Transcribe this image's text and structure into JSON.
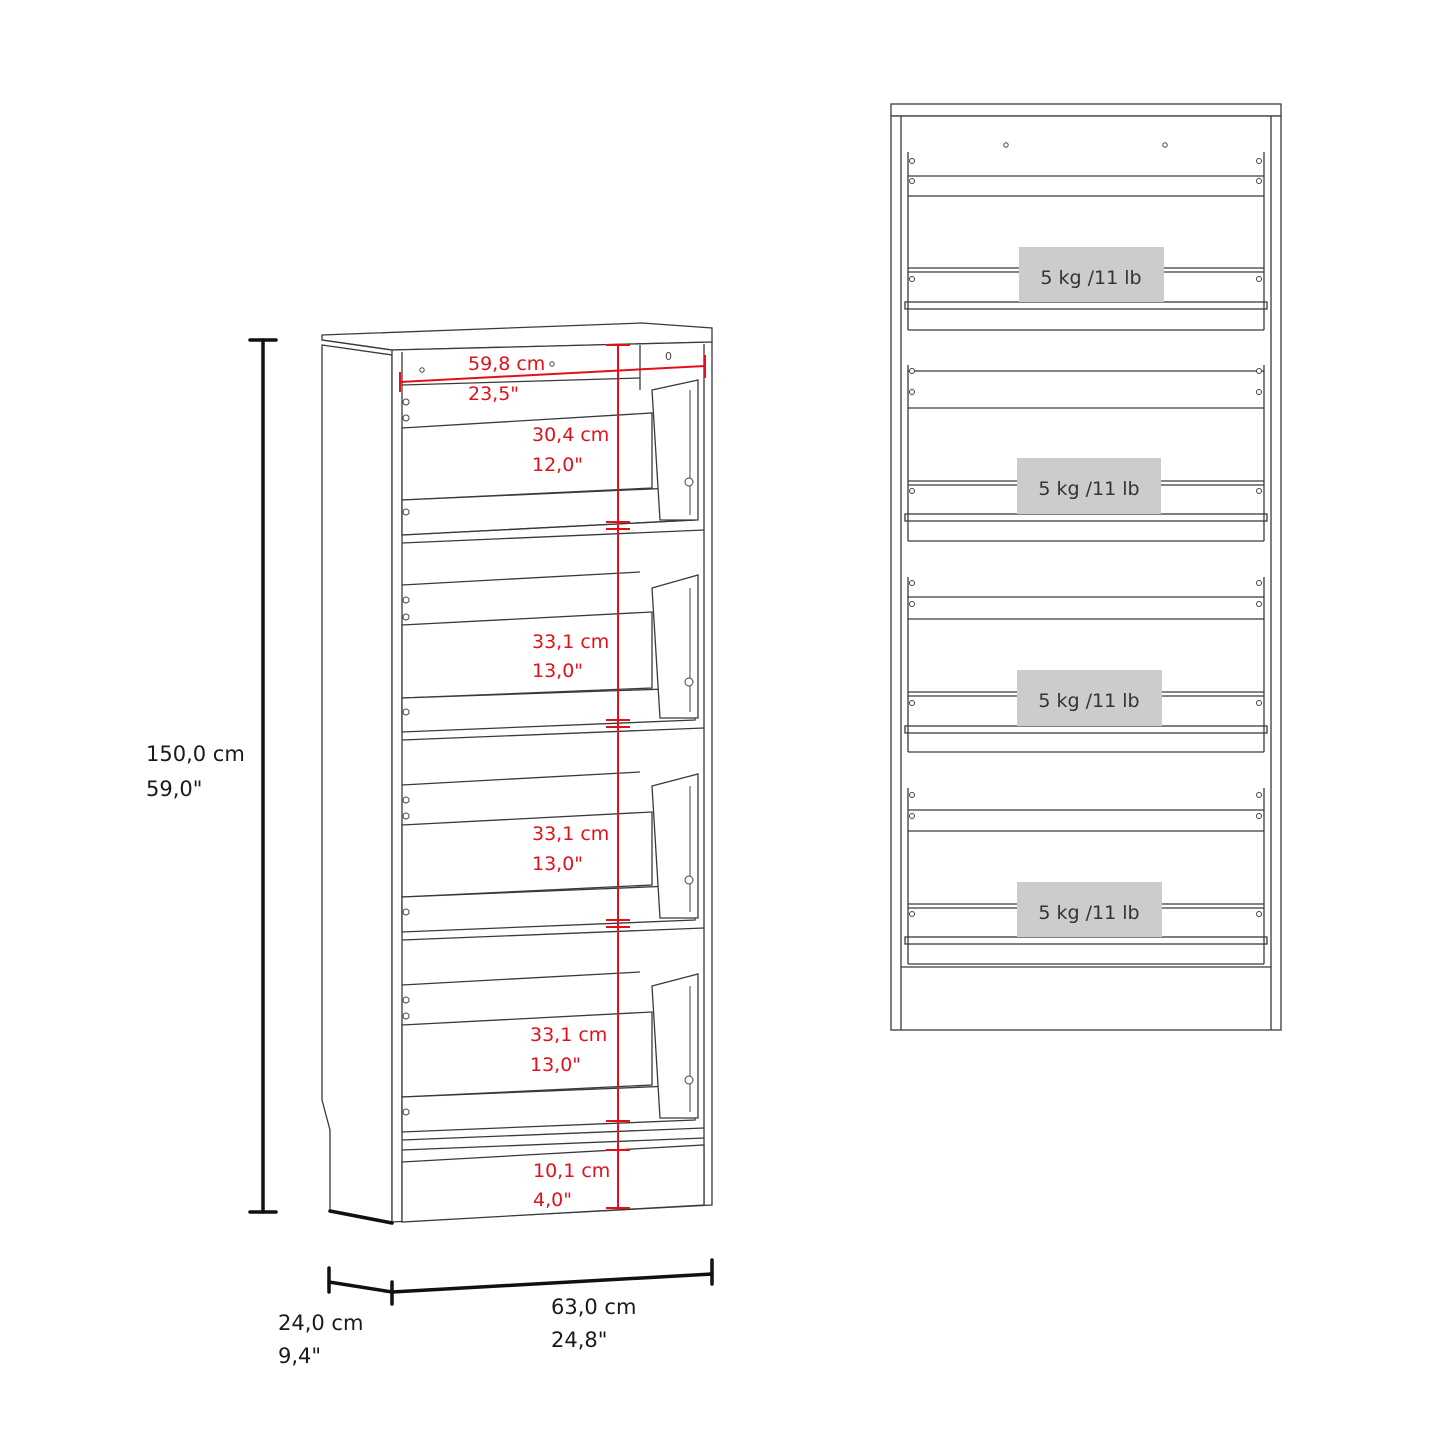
{
  "front_view": {
    "overall": {
      "height": {
        "cm": "150,0 cm",
        "in": "59,0\""
      },
      "depth": {
        "cm": "24,0 cm",
        "in": "9,4\""
      },
      "width": {
        "cm": "63,0 cm",
        "in": "24,8\""
      }
    },
    "inner_width": {
      "cm": "59,8 cm",
      "in": "23,5\""
    },
    "compartments": [
      {
        "cm": "30,4 cm",
        "in": "12,0\""
      },
      {
        "cm": "33,1 cm",
        "in": "13,0\""
      },
      {
        "cm": "33,1 cm",
        "in": "13,0\""
      },
      {
        "cm": "33,1 cm",
        "in": "13,0\""
      }
    ],
    "base": {
      "cm": "10,1 cm",
      "in": "4,0\""
    }
  },
  "back_view": {
    "shelf_loads": [
      {
        "label": "5 kg /11 lb"
      },
      {
        "label": "5 kg /11 lb"
      },
      {
        "label": "5 kg /11 lb"
      },
      {
        "label": "5 kg /11 lb"
      }
    ]
  },
  "colors": {
    "dimension_accent": "#e3101a",
    "load_badge": "#cccccc"
  }
}
